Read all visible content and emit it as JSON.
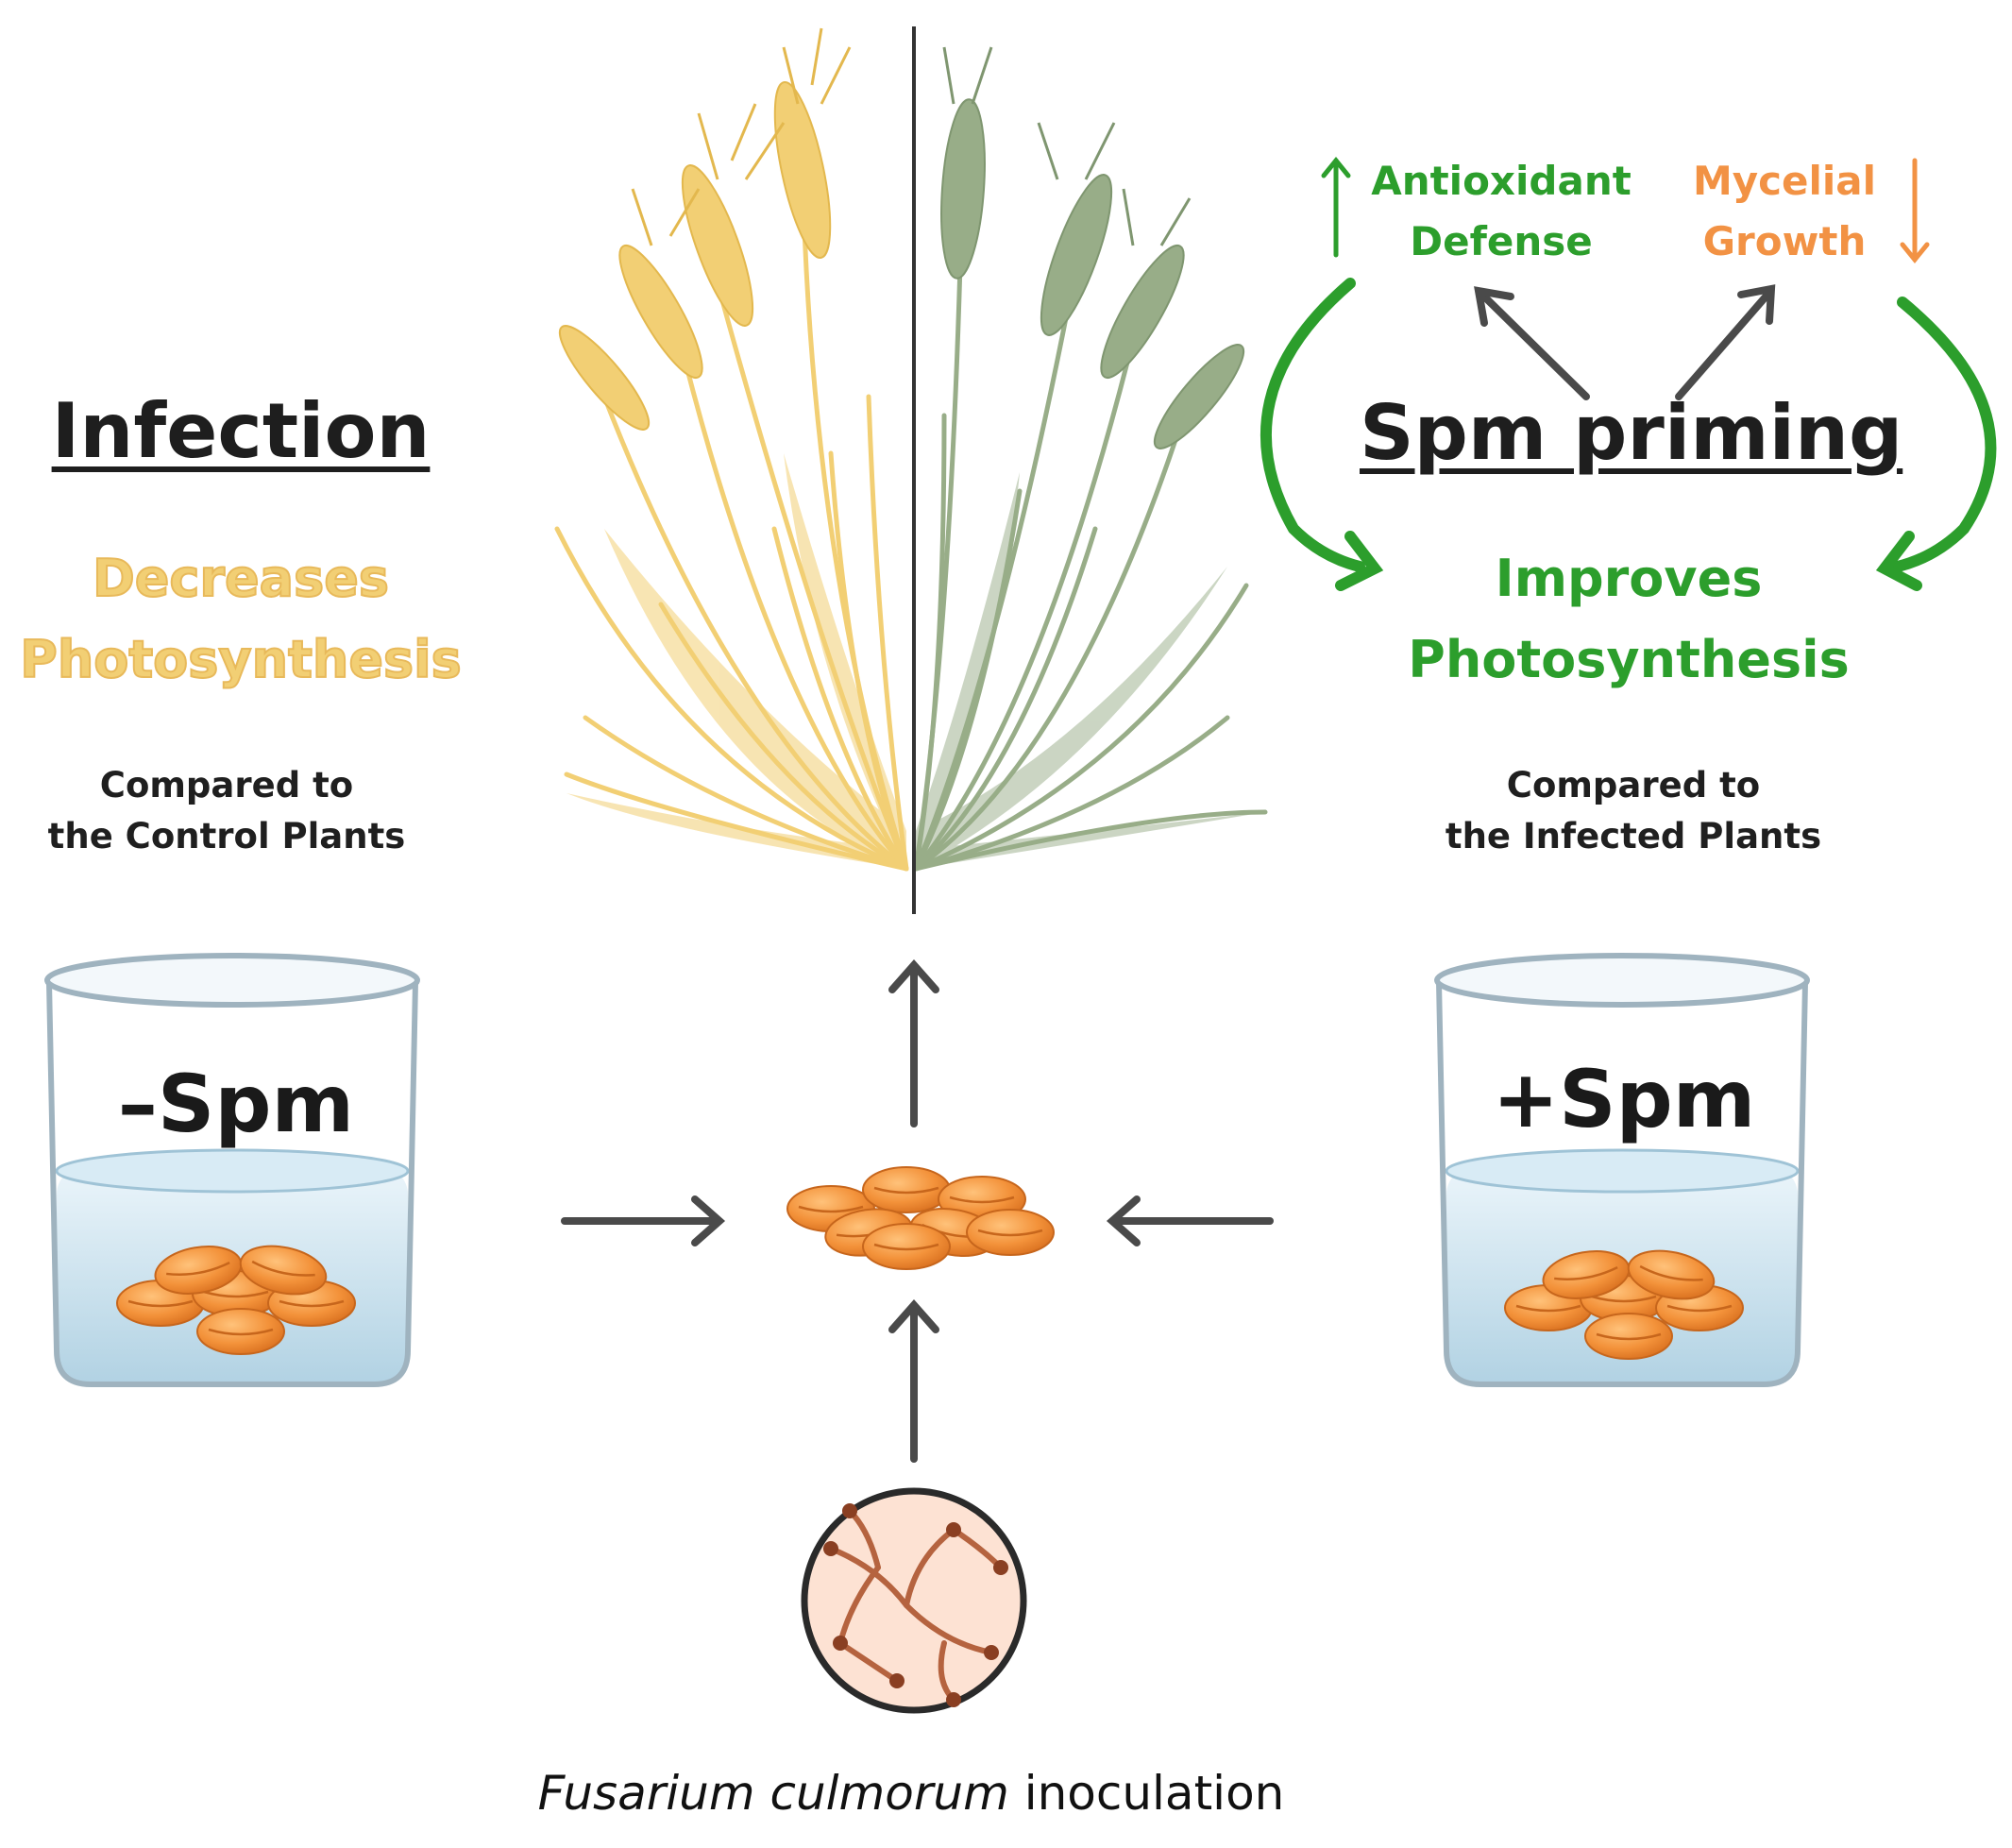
{
  "left": {
    "heading": "Infection",
    "effect_line1": "Decreases",
    "effect_line2": "Photosynthesis",
    "note_line1": "Compared to",
    "note_line2": "the Control Plants",
    "beaker_label": "–Spm"
  },
  "right": {
    "heading": "Spm priming",
    "effect_line1": "Improves",
    "effect_line2": "Photosynthesis",
    "note_line1": "Compared to",
    "note_line2": "the Infected Plants",
    "beaker_label": "+Spm",
    "antioxidant_line1": "Antioxidant",
    "antioxidant_line2": "Defense",
    "mycelial_line1": "Mycelial",
    "mycelial_line2": "Growth"
  },
  "bottom": {
    "caption_italic": "Fusarium culmorum",
    "caption_rest": " inoculation"
  },
  "colors": {
    "infected_yellow": "#f2cf74",
    "healthy_green": "#2c9e2c",
    "mycelial_orange": "#f29244",
    "arrow_gray": "#4a4a4a",
    "seed_orange": "#f3923a"
  }
}
